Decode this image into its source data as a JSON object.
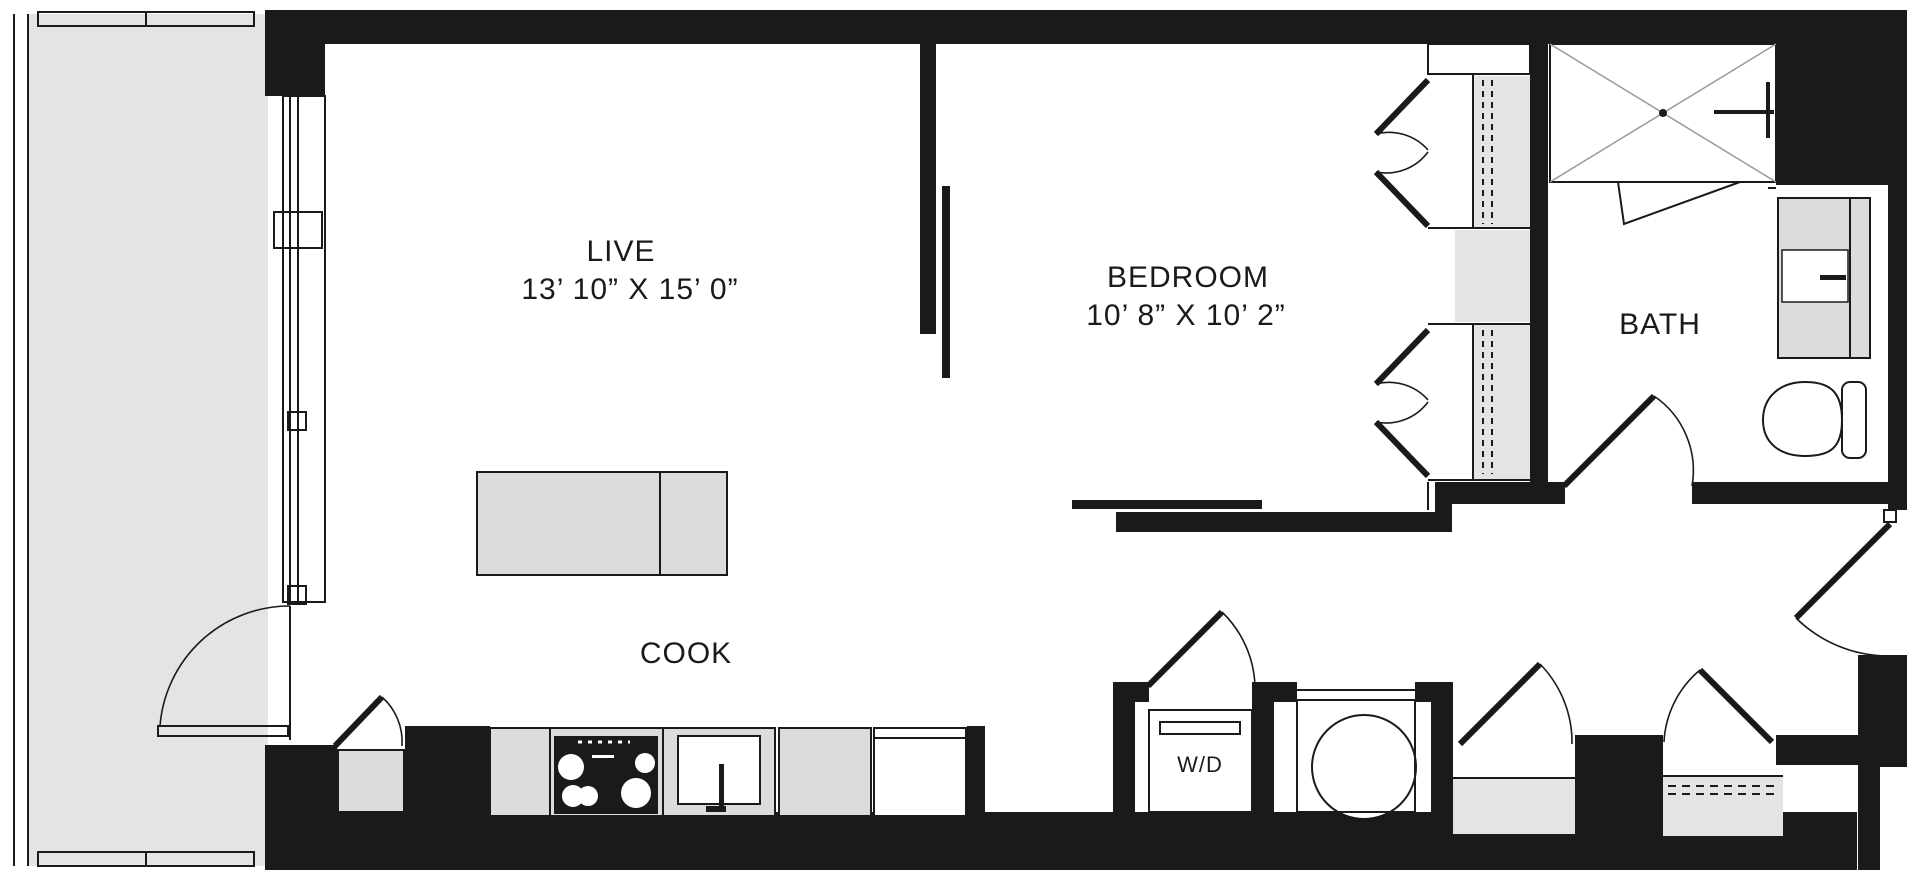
{
  "rooms": {
    "live": {
      "name": "LIVE",
      "dimensions": "13’ 10” X 15’ 0”"
    },
    "bedroom": {
      "name": "BEDROOM",
      "dimensions": "10’ 8” X 10’ 2”"
    },
    "bath": {
      "name": "BATH"
    },
    "cook": {
      "name": "COOK"
    }
  },
  "appliances": {
    "washer_dryer": "W/D"
  },
  "colors": {
    "wall": "#1a1a1a",
    "fixture": "#dcdcdc",
    "balcony": "#e4e4e6"
  }
}
